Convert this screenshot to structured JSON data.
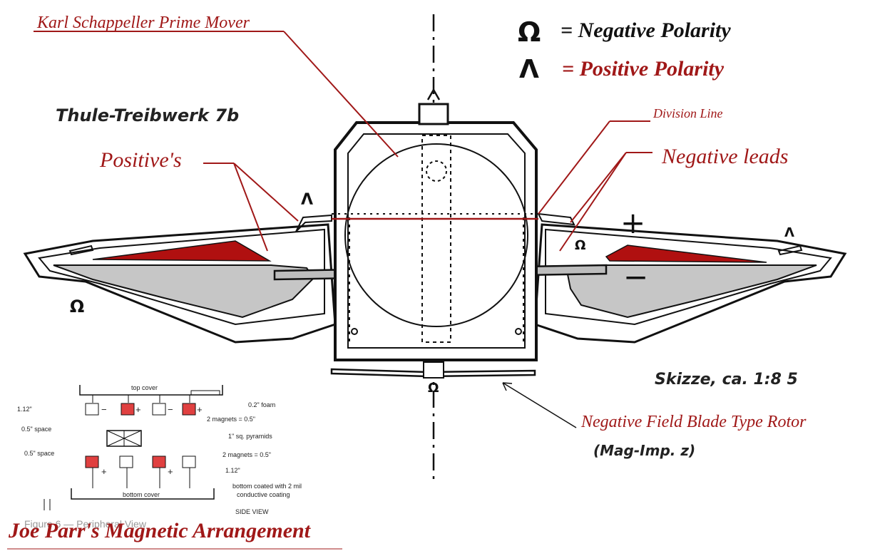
{
  "title": "Karl Schappeller Prime Mover",
  "legend": {
    "negative_label": "= Negative Polarity",
    "positive_label": "= Positive Polarity",
    "negative_color": "#111111",
    "positive_color": "#a01818"
  },
  "sketch_title": "Thule-Treibwerk 7b",
  "labels": {
    "positives": "Positive's",
    "division_line": "Division Line",
    "negative_leads": "Negative leads",
    "plus": "+",
    "minus": "−",
    "scale_note": "Skizze, ca. 1:8 5",
    "rotor_label": "Negative Field Blade Type Rotor",
    "mag_imp": "(Mag-Imp. z)"
  },
  "inset": {
    "top_cover": "top cover",
    "foam": "0.2\" foam",
    "dim_top": "1.12\"",
    "magnets_top": "2 magnets = 0.5\"",
    "space_top": "0.5\" space",
    "pyramids": "1\" sq. pyramids",
    "space_bottom": "0.5\" space",
    "magnets_bottom": "2 magnets = 0.5\"",
    "dim_bottom": "1.12\"",
    "bottom_cover": "bottom cover",
    "coating_1": "bottom coated with 2 mil",
    "coating_2": "conductive coating",
    "side_view": "SIDE VIEW",
    "figure_caption": "Figure 6 — Peripheral View",
    "mark_plus": "+",
    "mark_minus": "−"
  },
  "caption": "Joe Parr's Magnetic Arrangement",
  "colors": {
    "accent_red": "#a01818",
    "fill_red": "#b01010",
    "fill_gray": "#c6c6c6",
    "line": "#111111"
  }
}
